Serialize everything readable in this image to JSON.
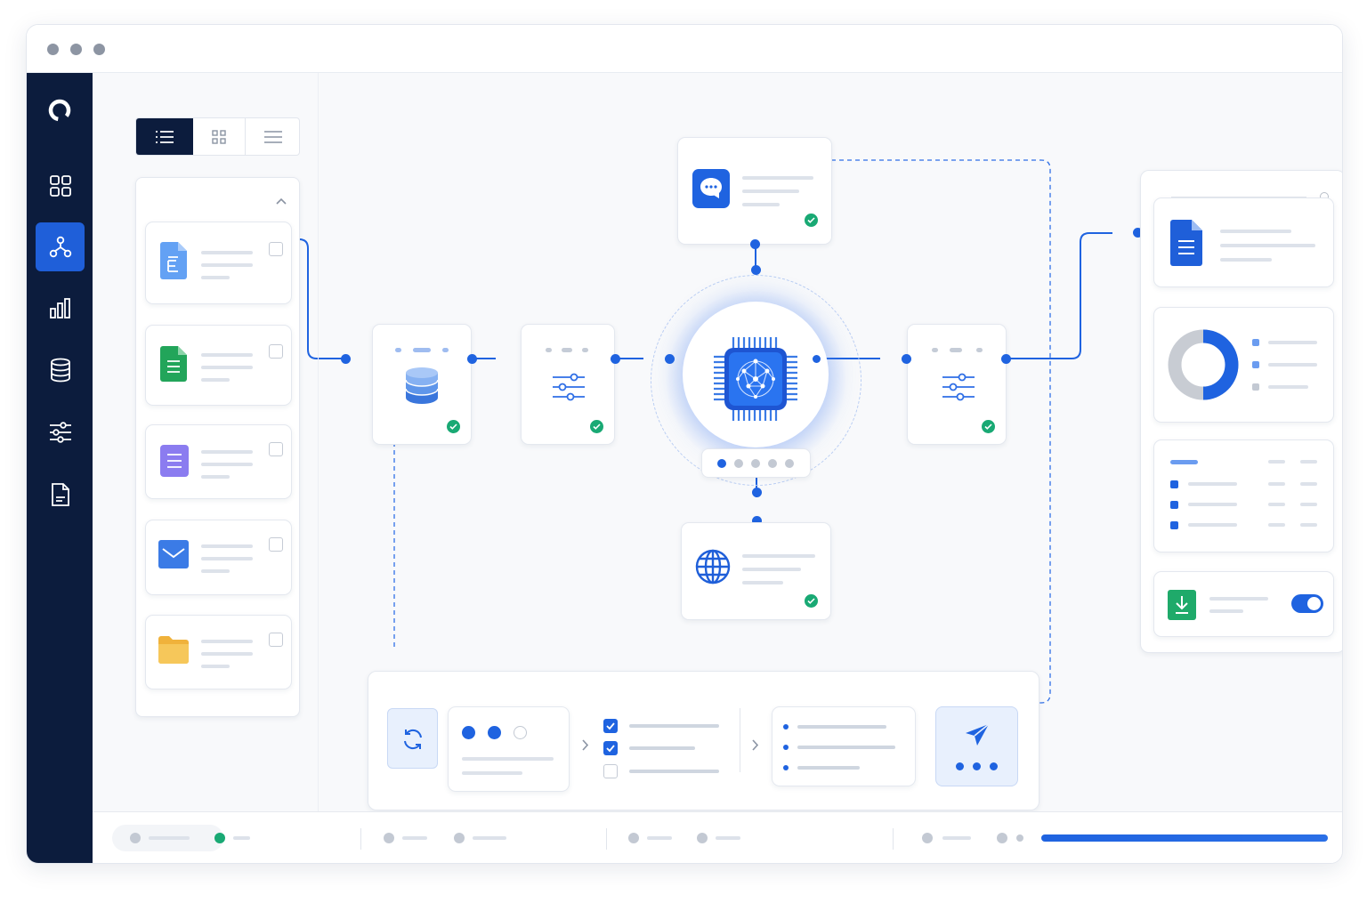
{
  "window": {
    "traffic_lights": [
      "close",
      "minimize",
      "maximize"
    ]
  },
  "sidebar": {
    "logo": "ring-logo-icon",
    "items": [
      {
        "name": "dashboard",
        "icon": "grid-icon",
        "active": false
      },
      {
        "name": "workflows",
        "icon": "network-icon",
        "active": true
      },
      {
        "name": "analytics",
        "icon": "bar-chart-icon",
        "active": false
      },
      {
        "name": "data",
        "icon": "database-icon",
        "active": false
      },
      {
        "name": "settings",
        "icon": "sliders-icon",
        "active": false
      },
      {
        "name": "documents",
        "icon": "document-icon",
        "active": false
      }
    ]
  },
  "view_toggle": {
    "options": [
      "list-view-icon",
      "grid-view-icon",
      "menu-view-icon"
    ],
    "selected": 0
  },
  "sources": {
    "items": [
      {
        "icon": "doc-file-icon",
        "color": "#5b9cf3",
        "checked": false
      },
      {
        "icon": "sheet-file-icon",
        "color": "#22a55a",
        "checked": false
      },
      {
        "icon": "form-file-icon",
        "color": "#8b7cf0",
        "checked": false
      },
      {
        "icon": "email-icon",
        "color": "#3b7be6",
        "checked": false
      },
      {
        "icon": "folder-icon",
        "color": "#f2b63c",
        "checked": false
      }
    ]
  },
  "workflow": {
    "nodes": [
      {
        "name": "database-node",
        "icon": "database-icon",
        "status": "done"
      },
      {
        "name": "filter-node-left",
        "icon": "sliders-icon",
        "status": "done"
      },
      {
        "name": "ai-processor-node",
        "icon": "ai-chip-icon",
        "status": "active"
      },
      {
        "name": "filter-node-right",
        "icon": "sliders-icon",
        "status": "done"
      },
      {
        "name": "chat-node",
        "icon": "chat-icon",
        "status": "done"
      },
      {
        "name": "web-node",
        "icon": "globe-icon",
        "status": "done"
      }
    ],
    "processor_pager": {
      "total": 5,
      "active": 0
    }
  },
  "pipeline": {
    "steps": [
      "sync-icon",
      "progress-dots",
      "checklist",
      "bullet-list",
      "send-icon"
    ],
    "checklist": [
      true,
      true,
      false
    ]
  },
  "outputs": {
    "cards": [
      "document-output",
      "donut-chart",
      "table-output",
      "export-toggle"
    ],
    "donut": {
      "filled_fraction": 0.5
    },
    "export_toggle_on": true
  },
  "status": {
    "progress_fraction": 1.0,
    "colors": {
      "ok": "#19a974",
      "accent": "#1f63e0",
      "idle": "#b8bec8"
    }
  }
}
